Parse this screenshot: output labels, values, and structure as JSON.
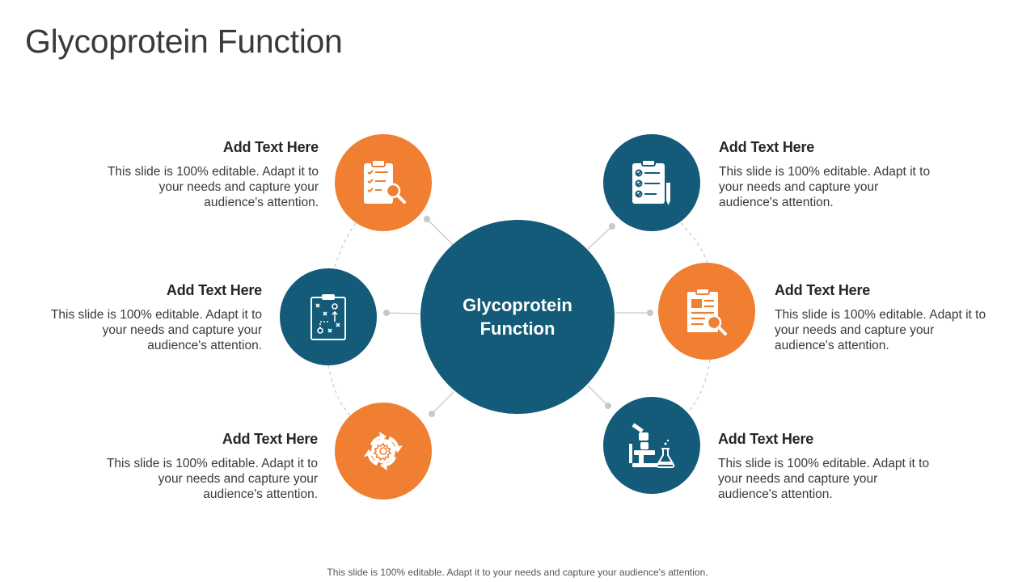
{
  "title": "Glycoprotein Function",
  "center": {
    "label": "Glycoprotein Function"
  },
  "colors": {
    "navy": "#135b78",
    "orange": "#f07f32",
    "connector": "#c8c8c8",
    "text": "#262626"
  },
  "items": [
    {
      "side": "left",
      "color": "orange",
      "icon": "clipboard-search-icon",
      "heading": "Add Text Here",
      "body": "This slide is 100% editable. Adapt it to your needs and capture your audience's attention."
    },
    {
      "side": "left",
      "color": "navy",
      "icon": "strategy-board-icon",
      "heading": "Add Text Here",
      "body": "This slide is 100% editable. Adapt it to your needs and capture your audience's attention."
    },
    {
      "side": "left",
      "color": "orange",
      "icon": "gear-cycle-icon",
      "heading": "Add Text Here",
      "body": "This slide is 100% editable. Adapt it to your needs and capture your audience's attention."
    },
    {
      "side": "right",
      "color": "navy",
      "icon": "checklist-icon",
      "heading": "Add Text Here",
      "body": "This slide is 100% editable. Adapt it to your needs and capture your audience's attention."
    },
    {
      "side": "right",
      "color": "orange",
      "icon": "document-search-icon",
      "heading": "Add Text Here",
      "body": "This slide is 100% editable. Adapt it to your needs and capture your audience's attention."
    },
    {
      "side": "right",
      "color": "navy",
      "icon": "microscope-icon",
      "heading": "Add Text Here",
      "body": "This slide is 100% editable. Adapt it to your needs and capture your audience's attention."
    }
  ],
  "footer": "This slide is 100% editable. Adapt it to your needs and capture your audience's attention."
}
